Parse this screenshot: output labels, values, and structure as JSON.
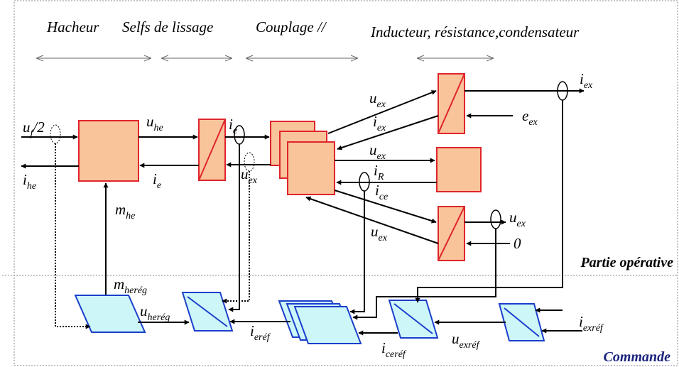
{
  "headers": {
    "hacheur": "Hacheur",
    "selfs": "Selfs de lissage",
    "couplage": "Couplage //",
    "inducteur": "Inducteur, résistance,condensateur"
  },
  "parts": {
    "operative": "Partie opérative",
    "commande": "Commande"
  },
  "vars": {
    "uf2": {
      "base": "u",
      "sub": "f",
      "rest": "/2"
    },
    "ihe": {
      "base": "i",
      "sub": "he"
    },
    "uhe": {
      "base": "u",
      "sub": "he"
    },
    "ie_top": {
      "base": "i",
      "sub": "e"
    },
    "ie_bot": {
      "base": "i",
      "sub": "e"
    },
    "uex_a": {
      "base": "u",
      "sub": "ex"
    },
    "uex_top": {
      "base": "u",
      "sub": "ex"
    },
    "iex_mid": {
      "base": "i",
      "sub": "ex"
    },
    "iex_out": {
      "base": "i",
      "sub": "ex"
    },
    "eex": {
      "base": "e",
      "sub": "ex"
    },
    "uex_r": {
      "base": "u",
      "sub": "ex"
    },
    "iR": {
      "base": "i",
      "sub": "R"
    },
    "ice": {
      "base": "i",
      "sub": "ce"
    },
    "uex_c": {
      "base": "u",
      "sub": "ex"
    },
    "uex_out": {
      "base": "u",
      "sub": "ex"
    },
    "zero": {
      "base": "0"
    },
    "mhe": {
      "base": "m",
      "sub": "he"
    },
    "mhereg": {
      "base": "m",
      "sub": "herég"
    },
    "uhereg": {
      "base": "u",
      "sub": "herég"
    },
    "ieref": {
      "base": "i",
      "sub": "eréf"
    },
    "iceref": {
      "base": "i",
      "sub": "ceréf"
    },
    "uexref": {
      "base": "u",
      "sub": "exréf"
    },
    "iexref": {
      "base": "i",
      "sub": "exréf"
    }
  },
  "colors": {
    "block_fill": "#f9c49a",
    "block_border": "#e0242b",
    "control_fill": "#cdf6f8",
    "control_border": "#1a3ecc",
    "commande_text": "#1a237e"
  }
}
